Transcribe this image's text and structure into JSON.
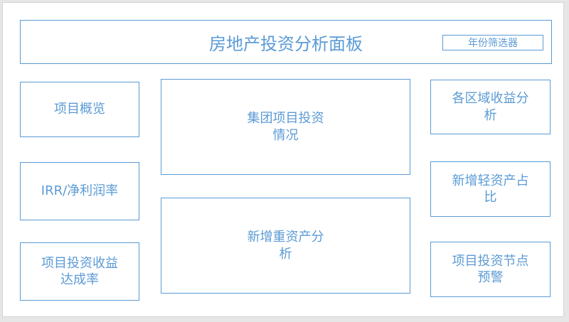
{
  "dashboard": {
    "title": "房地产投资分析面板",
    "year_filter_label": "年份筛选器"
  },
  "panels": {
    "project_overview": "项目概览",
    "irr_net_profit": "IRR/净利润率",
    "project_return_rate_line1": "项目投资收益",
    "project_return_rate_line2": "达成率",
    "group_investment_line1": "集团项目投资",
    "group_investment_line2": "情况",
    "new_heavy_asset_line1": "新增重资产分",
    "new_heavy_asset_line2": "析",
    "regional_revenue_line1": "各区域收益分",
    "regional_revenue_line2": "析",
    "new_light_asset_line1": "新增轻资产占",
    "new_light_asset_line2": "比",
    "milestone_warning_line1": "项目投资节点",
    "milestone_warning_line2": "预警"
  },
  "colors": {
    "accent": "#5b9bd5",
    "background": "#ffffff",
    "frame": "#e6e6e6"
  }
}
